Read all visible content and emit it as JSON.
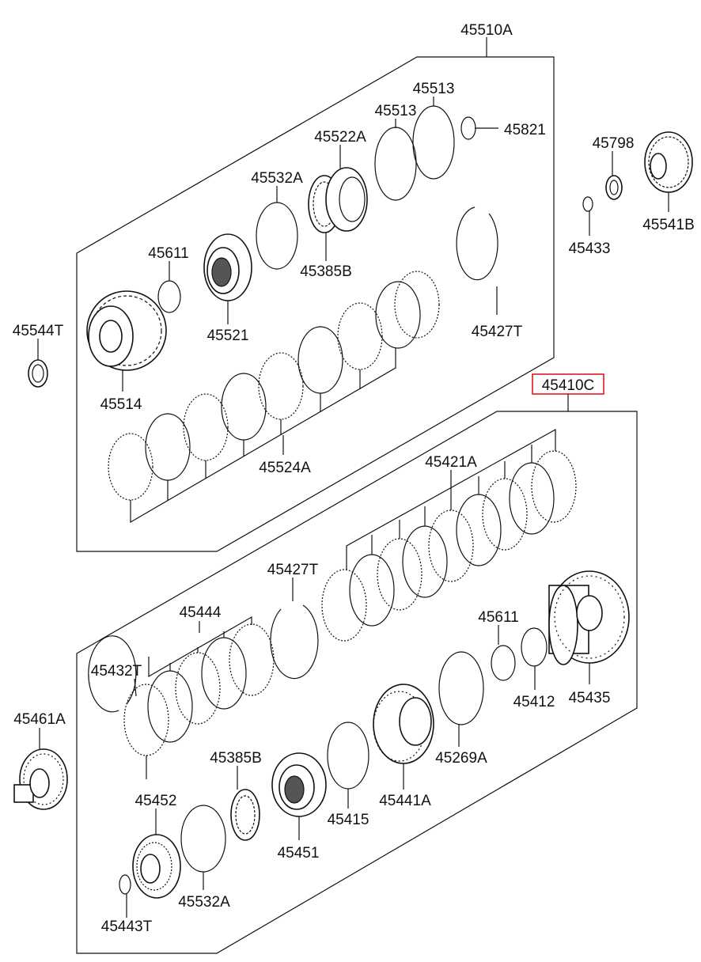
{
  "diagram": {
    "labels": {
      "a45510A": "45510A",
      "a45513_1": "45513",
      "a45513_2": "45513",
      "a45821": "45821",
      "a45522A": "45522A",
      "a45532A_top": "45532A",
      "a45611_top": "45611",
      "a45385B_top": "45385B",
      "a45544T": "45544T",
      "a45521": "45521",
      "a45514": "45514",
      "a45427T_top": "45427T",
      "a45524A": "45524A",
      "a45798": "45798",
      "a45433": "45433",
      "a45541B": "45541B",
      "a45410C": "45410C",
      "a45421A": "45421A",
      "a45427T_mid": "45427T",
      "a45444": "45444",
      "a45611_bot": "45611",
      "a45432T": "45432T",
      "a45412": "45412",
      "a45435": "45435",
      "a45461A": "45461A",
      "a45385B_bot": "45385B",
      "a45269A": "45269A",
      "a45452": "45452",
      "a45441A": "45441A",
      "a45415": "45415",
      "a45451": "45451",
      "a45532A_bot": "45532A",
      "a45443T": "45443T"
    },
    "highlight_color": "#e0191e",
    "highlighted_part": "45410C"
  }
}
